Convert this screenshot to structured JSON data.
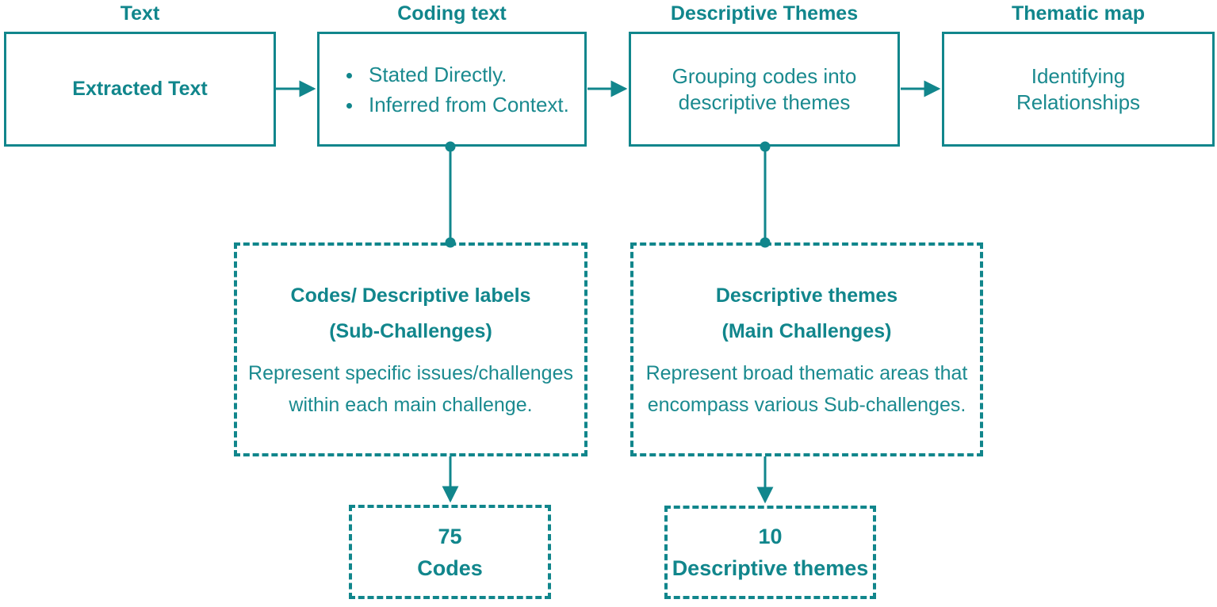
{
  "accent_color": "#11868c",
  "background_color": "#ffffff",
  "column_titles": [
    {
      "label": "Text"
    },
    {
      "label": "Coding text"
    },
    {
      "label": "Descriptive Themes"
    },
    {
      "label": "Thematic map"
    }
  ],
  "stages": [
    {
      "text": "Extracted Text"
    },
    {
      "bullets": [
        "Stated Directly.",
        "Inferred from Context."
      ]
    },
    {
      "text": "Grouping codes into descriptive themes"
    },
    {
      "text": "Identifying Relationships"
    }
  ],
  "detail_boxes": [
    {
      "title_line1": "Codes/ Descriptive labels",
      "title_line2": "(Sub-Challenges)",
      "description": "Represent specific issues/challenges within each main challenge."
    },
    {
      "title_line1": "Descriptive themes",
      "title_line2": "(Main Challenges)",
      "description": "Represent broad thematic areas that encompass various Sub-challenges."
    }
  ],
  "counts": [
    {
      "number": "75",
      "label": "Codes"
    },
    {
      "number": "10",
      "label": "Descriptive themes"
    }
  ],
  "connectors": {
    "arrow_icons": [
      "arrow-right-icon",
      "arrow-right-icon",
      "arrow-right-icon",
      "arrow-down-icon",
      "arrow-down-icon"
    ],
    "node_icons": [
      "junction-dot-icon",
      "junction-dot-icon",
      "junction-dot-icon",
      "junction-dot-icon"
    ]
  }
}
